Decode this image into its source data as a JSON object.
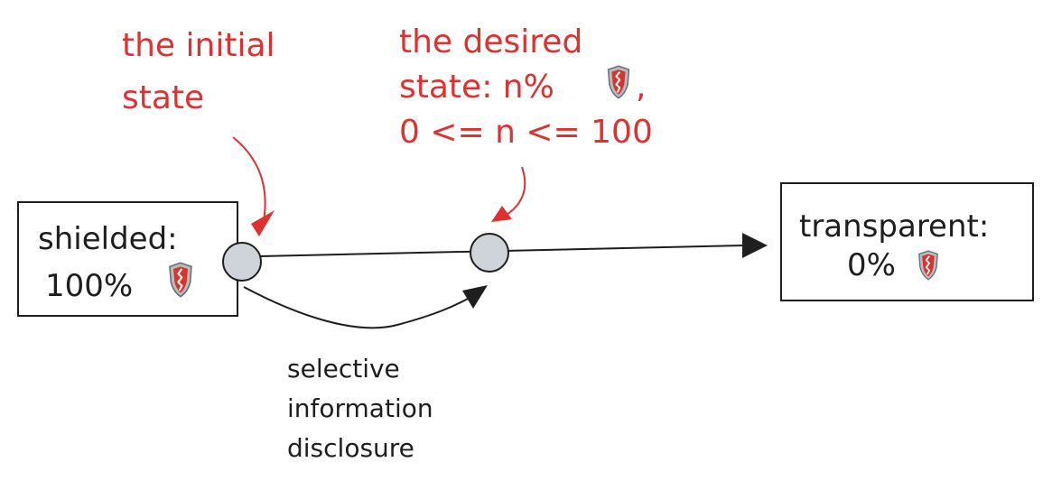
{
  "colors": {
    "annotation": "#e03131",
    "ink": "#1e1e1e",
    "node_fill": "#ced4da",
    "shield_red": "#d9342b",
    "shield_silver": "#b9bcc2"
  },
  "icons": [
    "shield-icon"
  ],
  "annotations": {
    "initial_line1": "the initial",
    "initial_line2": "state",
    "desired_line1": "the desired",
    "desired_line2": "state: n%",
    "desired_comma": ",",
    "desired_line3": "0 <= n <= 100"
  },
  "boxes": {
    "shielded_label": "shielded:",
    "shielded_value": "100%",
    "transparent_label": "transparent:",
    "transparent_value": "0%"
  },
  "edge_label": {
    "line1": "selective",
    "line2": "information",
    "line3": "disclosure"
  }
}
